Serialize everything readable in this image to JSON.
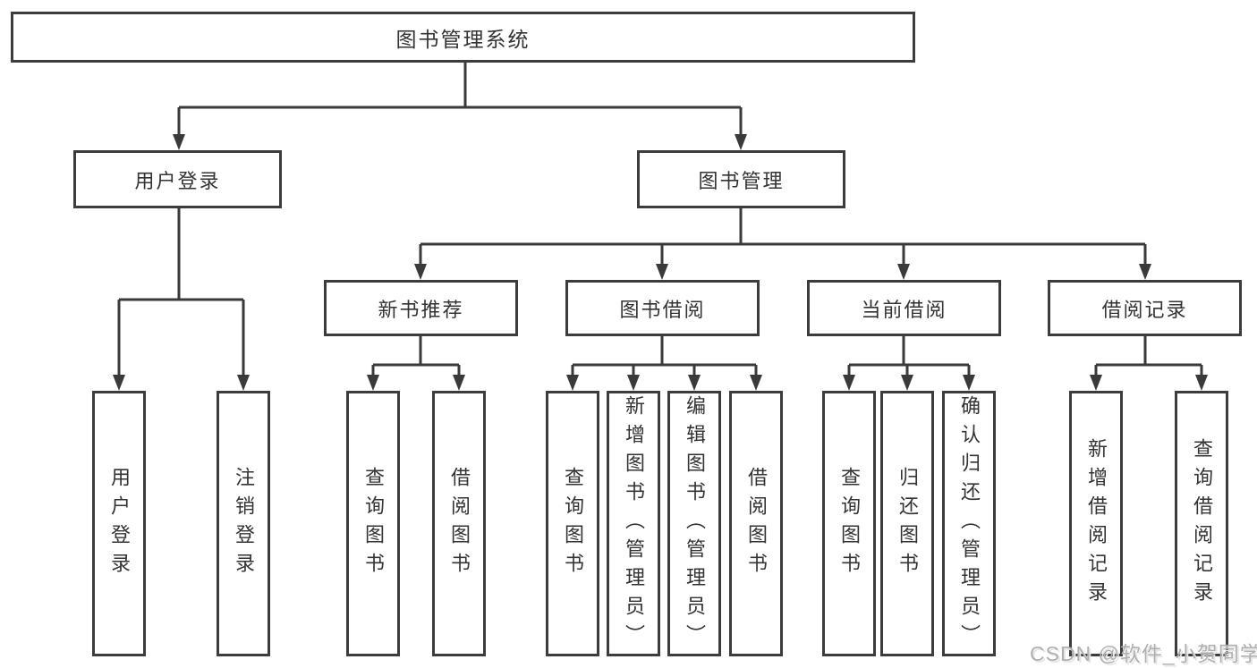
{
  "diagram": {
    "type": "tree",
    "root": {
      "label": "图书管理系统"
    },
    "level2": [
      {
        "label": "用户登录"
      },
      {
        "label": "图书管理"
      }
    ],
    "level3": [
      {
        "label": "新书推荐"
      },
      {
        "label": "图书借阅"
      },
      {
        "label": "当前借阅"
      },
      {
        "label": "借阅记录"
      }
    ],
    "leaves": {
      "login": [
        {
          "label": "用户登录"
        },
        {
          "label": "注销登录"
        }
      ],
      "newbook": [
        {
          "label": "查询图书"
        },
        {
          "label": "借阅图书"
        }
      ],
      "borrow": [
        {
          "label": "查询图书"
        },
        {
          "label": "新增图书（管理员）"
        },
        {
          "label": "编辑图书（管理员）"
        },
        {
          "label": "借阅图书"
        }
      ],
      "current": [
        {
          "label": "查询图书"
        },
        {
          "label": "归还图书"
        },
        {
          "label": "确认归还（管理员）"
        }
      ],
      "records": [
        {
          "label": "新增借阅记录"
        },
        {
          "label": "查询借阅记录"
        }
      ]
    },
    "edges": [
      "图书管理系统 -> 用户登录",
      "图书管理系统 -> 图书管理",
      "用户登录 -> 用户登录",
      "用户登录 -> 注销登录",
      "图书管理 -> 新书推荐",
      "图书管理 -> 图书借阅",
      "图书管理 -> 当前借阅",
      "图书管理 -> 借阅记录",
      "新书推荐 -> 查询图书",
      "新书推荐 -> 借阅图书",
      "图书借阅 -> 查询图书",
      "图书借阅 -> 新增图书（管理员）",
      "图书借阅 -> 编辑图书（管理员）",
      "图书借阅 -> 借阅图书",
      "当前借阅 -> 查询图书",
      "当前借阅 -> 归还图书",
      "当前借阅 -> 确认归还（管理员）",
      "借阅记录 -> 新增借阅记录",
      "借阅记录 -> 查询借阅记录"
    ]
  },
  "watermark": {
    "text": "CSDN @软件_小贺同学"
  },
  "colors": {
    "line": "#3a3a3a",
    "box_border": "#3c3c3c",
    "text": "#333333",
    "watermark": "#b0b0b0",
    "background": "#ffffff"
  }
}
